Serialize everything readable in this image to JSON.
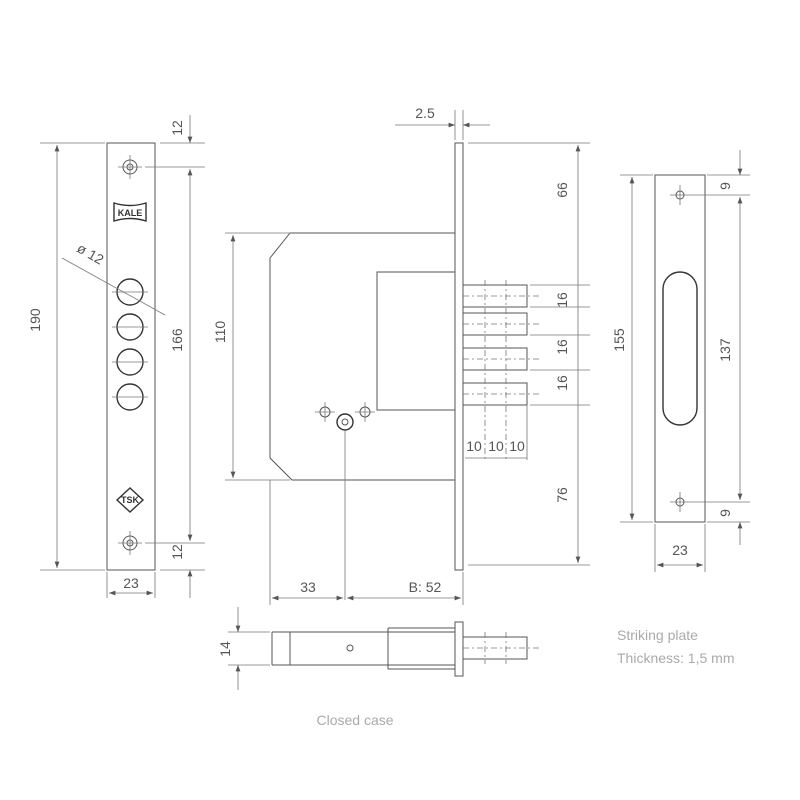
{
  "faceplate": {
    "logo_top": "KALE",
    "logo_bottom": "TSK",
    "dim_height": "190",
    "dim_top_offset": "12",
    "dim_hole_span": "166",
    "dim_bottom_offset": "12",
    "dim_width": "23",
    "dim_hole_diameter": "ø 12"
  },
  "lock_body": {
    "dim_faceplate_thickness": "2.5",
    "dim_body_height": "110",
    "dim_top": "66",
    "dim_bolt_pitch": [
      "16",
      "16",
      "16"
    ],
    "dim_bottom": "76",
    "dim_bolt_steps": [
      "10",
      "10",
      "10"
    ],
    "dim_left": "33",
    "dim_backset": "B: 52"
  },
  "striking_plate": {
    "dim_height": "155",
    "dim_hole_span": "137",
    "dim_top": "9",
    "dim_bottom": "9",
    "dim_width": "23",
    "note_title": "Striking plate",
    "note_thickness": "Thickness: 1,5 mm"
  },
  "side_view": {
    "dim_thickness": "14",
    "caption": "Closed case"
  }
}
